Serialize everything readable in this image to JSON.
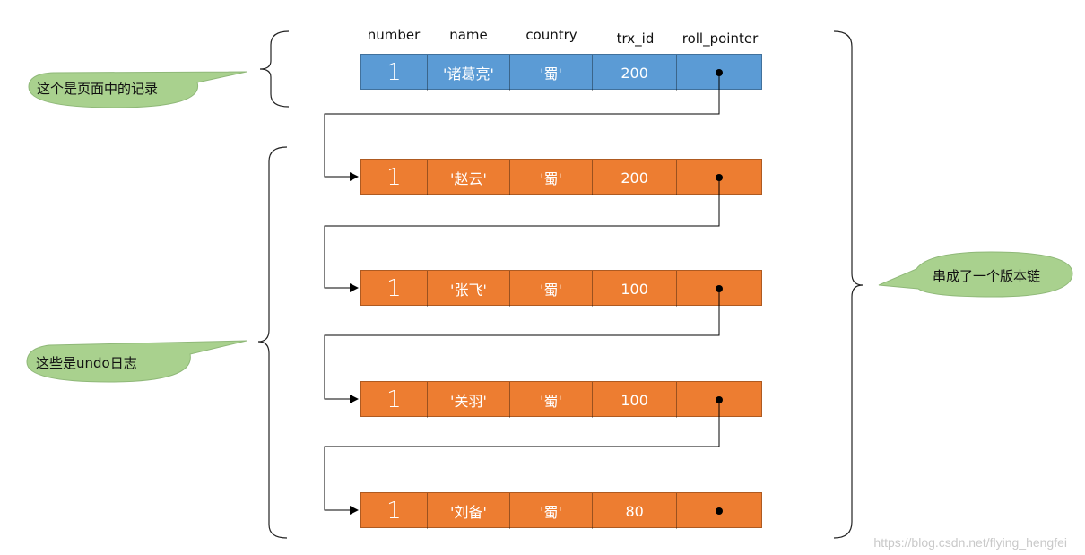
{
  "headers": [
    "number",
    "name",
    "country",
    "trx_id",
    "roll_pointer"
  ],
  "current_record": {
    "number": "1",
    "name": "'诸葛亮'",
    "country": "'蜀'",
    "trx_id": "200",
    "color": "#5b9bd5"
  },
  "undo_records": [
    {
      "number": "1",
      "name": "'赵云'",
      "country": "'蜀'",
      "trx_id": "200"
    },
    {
      "number": "1",
      "name": "'张飞'",
      "country": "'蜀'",
      "trx_id": "100"
    },
    {
      "number": "1",
      "name": "'关羽'",
      "country": "'蜀'",
      "trx_id": "100"
    },
    {
      "number": "1",
      "name": "'刘备'",
      "country": "'蜀'",
      "trx_id": "80"
    }
  ],
  "undo_color": "#ed7d31",
  "callouts": {
    "page_record": "这个是页面中的记录",
    "undo_log": "这些是undo日志",
    "version_chain": "串成了一个版本链"
  },
  "callout_color": "#a9d18e",
  "watermark": "https://blog.csdn.net/flying_hengfei"
}
